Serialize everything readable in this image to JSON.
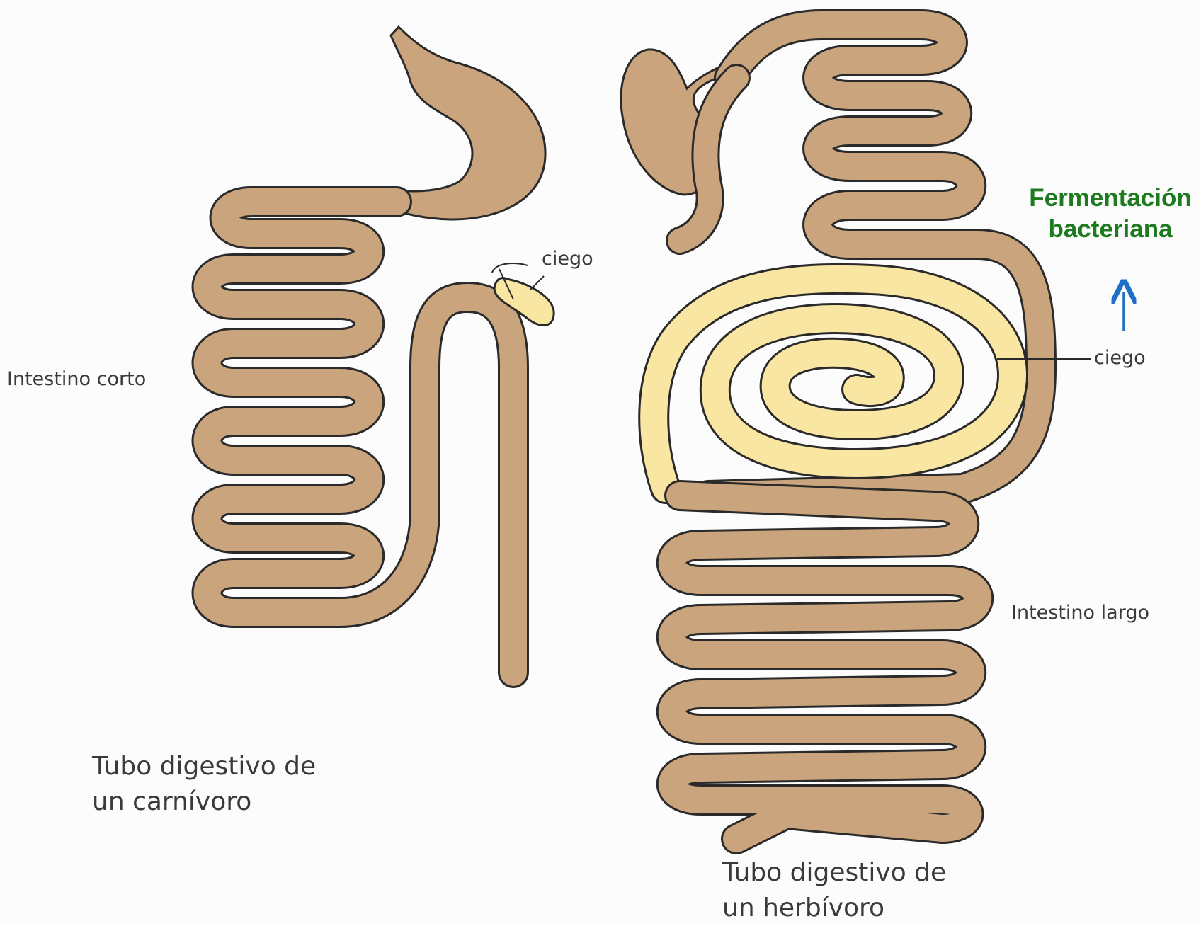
{
  "diagram": {
    "colors": {
      "tube": "#c9a47d",
      "cecum": "#f8e6a2",
      "outline": "#2a2a2a",
      "background": "#fcfcfc",
      "highlight_text": "#1e7a1e",
      "arrow": "#1f6fc8"
    },
    "labels": {
      "small_intestine": "Intestino corto",
      "large_intestine": "Intestino largo",
      "carnivore_cecum": "ciego",
      "herbivore_cecum": "ciego",
      "carnivore_caption_line1": "Tubo digestivo de",
      "carnivore_caption_line2": "un carnívoro",
      "herbivore_caption_line1": "Tubo digestivo de",
      "herbivore_caption_line2": "un herbívoro",
      "fermentation_line1": "Fermentación",
      "fermentation_line2": "bacteriana"
    },
    "icons": {
      "fermentation_arrow": "arrow-up-icon"
    }
  }
}
